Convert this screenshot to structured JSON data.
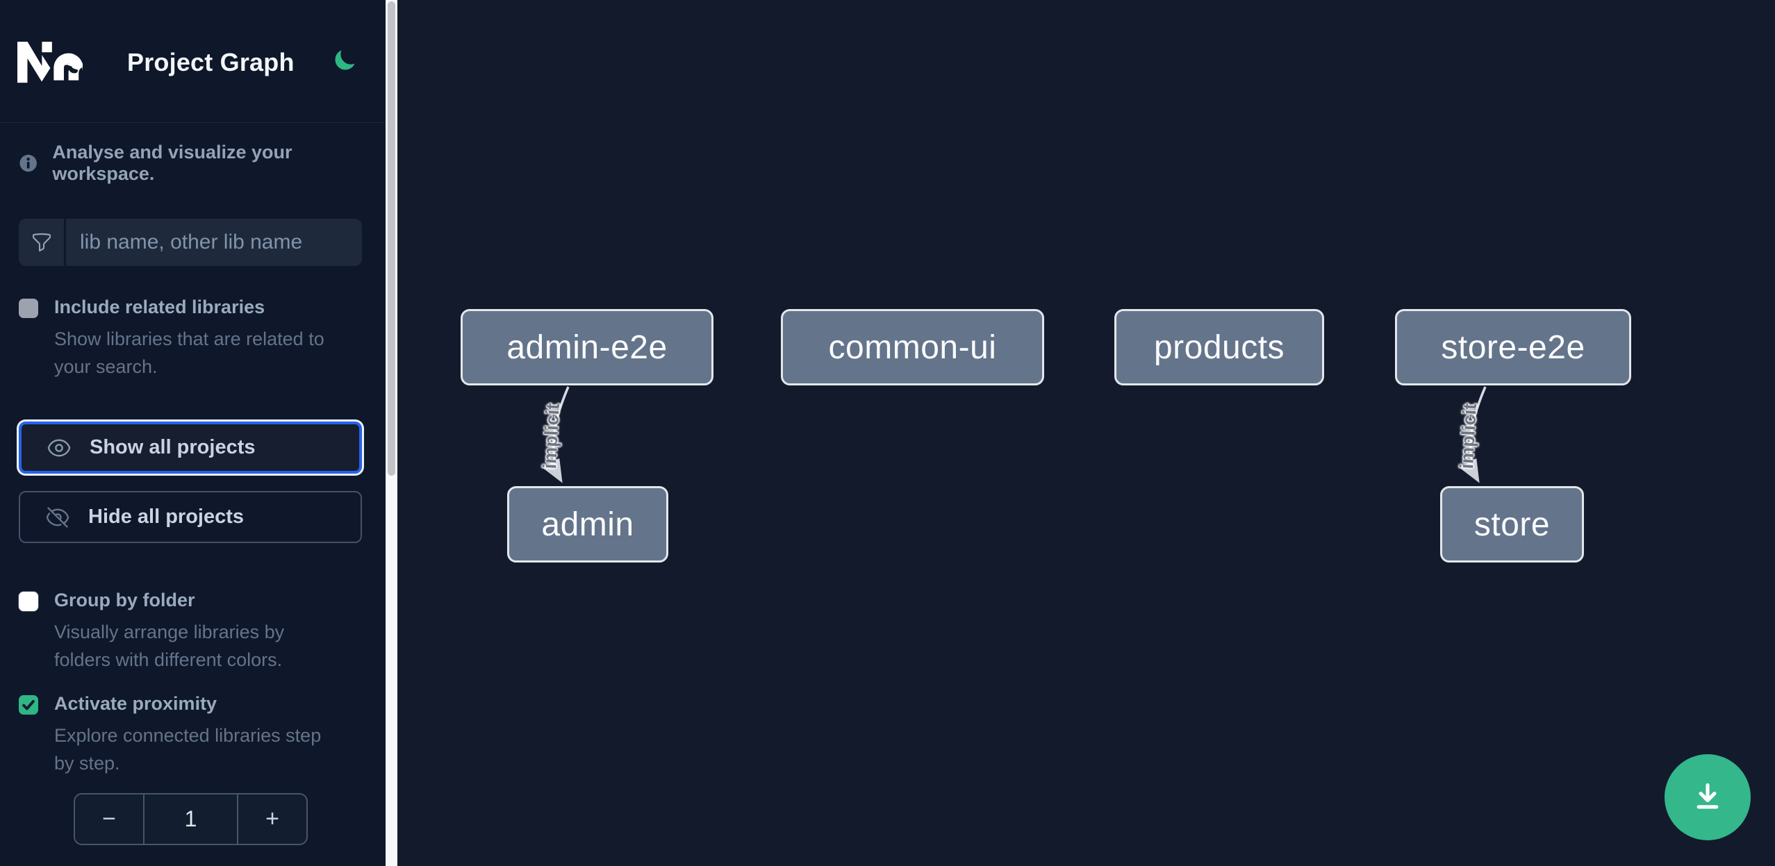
{
  "header": {
    "title": "Project Graph",
    "logo": "nx-logo",
    "theme_toggle_icon": "moon-icon"
  },
  "sidebar": {
    "tagline": "Analyse and visualize your workspace.",
    "filter": {
      "placeholder": "lib name, other lib name",
      "value": ""
    },
    "options": [
      {
        "label": "Include related libraries",
        "description": "Show libraries that are related to your search.",
        "checked": false,
        "disabled": true
      },
      {
        "label": "Group by folder",
        "description": "Visually arrange libraries by folders with different colors.",
        "checked": false,
        "disabled": false
      },
      {
        "label": "Activate proximity",
        "description": "Explore connected libraries step by step.",
        "checked": true,
        "disabled": false
      }
    ],
    "actions": [
      {
        "label": "Show all projects",
        "icon": "eye-icon",
        "focused": true
      },
      {
        "label": "Hide all projects",
        "icon": "eye-off-icon",
        "focused": false
      }
    ],
    "stepper": {
      "decrement": "−",
      "value": "1",
      "increment": "+"
    }
  },
  "graph": {
    "nodes": [
      {
        "id": "admin-e2e",
        "label": "admin-e2e"
      },
      {
        "id": "common-ui",
        "label": "common-ui"
      },
      {
        "id": "products",
        "label": "products"
      },
      {
        "id": "store-e2e",
        "label": "store-e2e"
      },
      {
        "id": "admin",
        "label": "admin"
      },
      {
        "id": "store",
        "label": "store"
      }
    ],
    "edges": [
      {
        "source": "admin-e2e",
        "target": "admin",
        "label": "implicit"
      },
      {
        "source": "store-e2e",
        "target": "store",
        "label": "implicit"
      }
    ]
  },
  "fab": {
    "icon": "download-icon"
  },
  "colors": {
    "sidebar_bg": "#0f172a",
    "canvas_bg": "#131a2b",
    "accent_green": "#2fb685",
    "focus_blue": "#2563eb",
    "node_fill": "#64748b",
    "node_border": "#e3e7ec"
  }
}
